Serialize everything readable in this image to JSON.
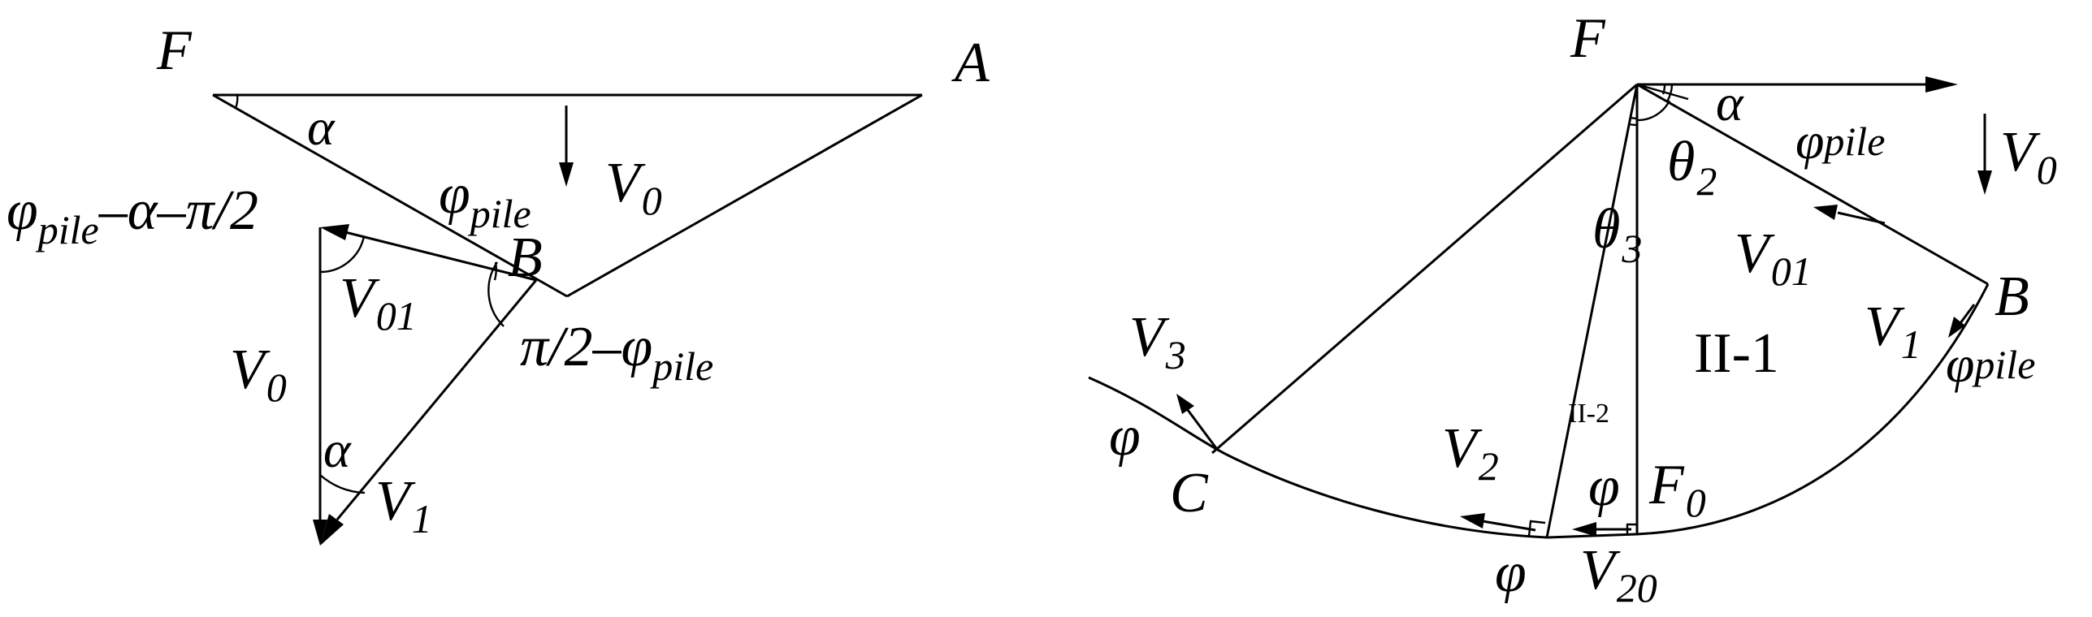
{
  "left": {
    "point_F": "F",
    "point_A": "A",
    "point_B": "B",
    "label_alpha_top": "α",
    "label_phi_pile": "φ",
    "label_phi_pile_sub": "pile",
    "label_V0_top": "V",
    "label_V0_top_sub": "0",
    "angle_label_phi": "φ",
    "angle_label_sub": "pile",
    "angle_label_rest": "–α–π/2",
    "label_V01": "V",
    "label_V01_sub": "01",
    "label_V0_side": "V",
    "label_V0_side_sub": "0",
    "label_alpha_bottom": "α",
    "label_V1": "V",
    "label_V1_sub": "1",
    "angle_B_prefix": "π/2–",
    "angle_B_phi": "φ",
    "angle_B_sub": "pile"
  },
  "right": {
    "point_F": "F",
    "point_B": "B",
    "point_C": "C",
    "label_alpha": "α",
    "label_phi_pile_top": "φ",
    "label_phi_pile_top_suffix": "pile",
    "label_V0": "V",
    "label_V0_sub": "0",
    "label_theta2": "θ",
    "label_theta2_sub": "2",
    "label_theta3": "θ",
    "label_theta3_sub": "3",
    "label_V01": "V",
    "label_V01_sub": "01",
    "region_II1": "II-1",
    "region_II2": "II-2",
    "label_V1": "V",
    "label_V1_sub": "1",
    "label_phi_pile_B": "φ",
    "label_phi_pile_B_suffix": "pile",
    "label_V3": "V",
    "label_V3_sub": "3",
    "label_phi_C": "φ",
    "label_V2": "V",
    "label_V2_sub": "2",
    "label_phi_mid": "φ",
    "label_F0": "F",
    "label_F0_sub": "0",
    "label_phi_bottom": "φ",
    "label_V20": "V",
    "label_V20_sub": "20"
  }
}
